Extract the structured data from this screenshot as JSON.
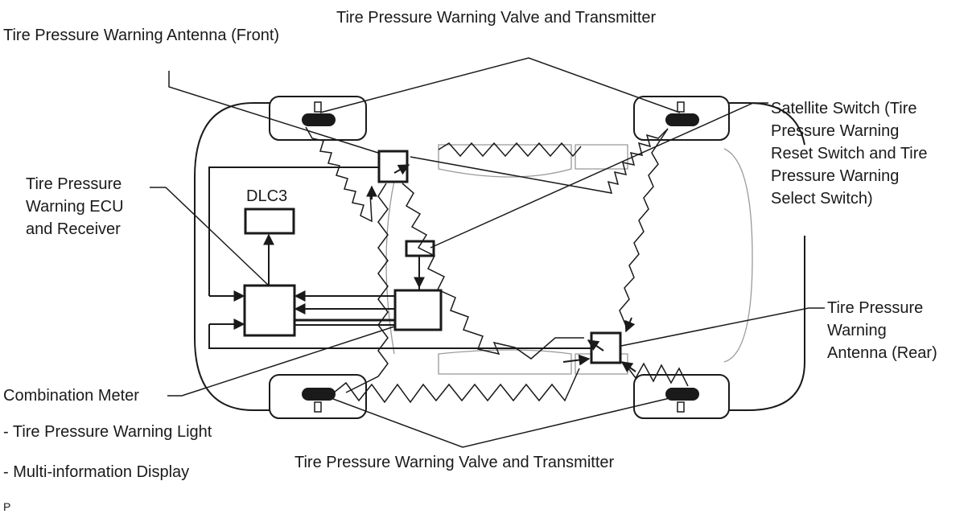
{
  "labels": {
    "valve_top": "Tire Pressure Warning Valve and Transmitter",
    "antenna_front": "Tire Pressure Warning Antenna (Front)",
    "satellite_switch": [
      "Satellite Switch (Tire",
      "Pressure Warning",
      "Reset Switch and Tire",
      "Pressure Warning",
      "Select Switch)"
    ],
    "ecu": [
      "Tire Pressure",
      "Warning ECU",
      "and Receiver"
    ],
    "dlc3": "DLC3",
    "antenna_rear": [
      "Tire Pressure",
      "Warning",
      "Antenna (Rear)"
    ],
    "combination_meter": "Combination Meter",
    "warning_light": "- Tire Pressure Warning Light",
    "mid": "- Multi-information Display",
    "valve_bottom": "Tire Pressure Warning Valve and Transmitter",
    "corner_mark": "P"
  }
}
